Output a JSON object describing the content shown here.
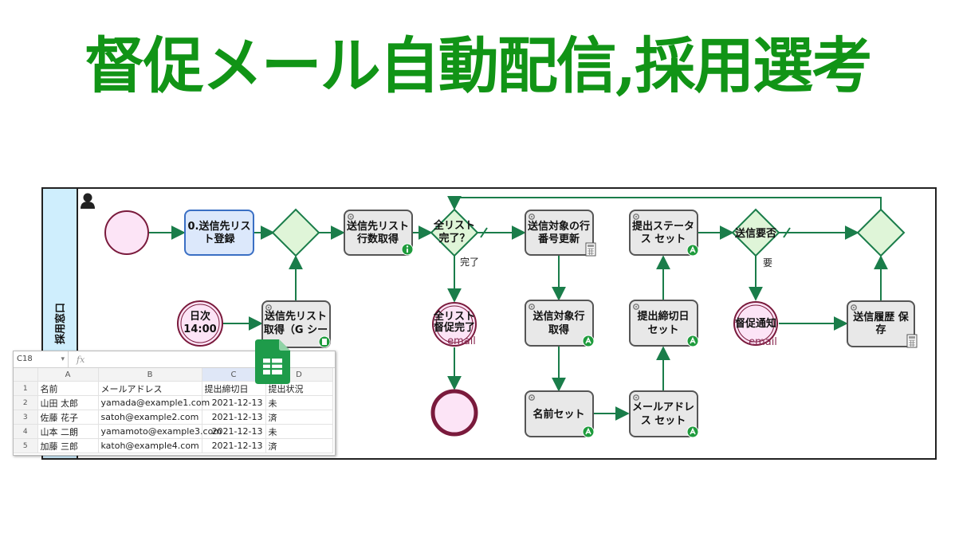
{
  "title": "督促メール自動配信,採用選考",
  "colors": {
    "title": "#119416",
    "flow": "#1a7d4a",
    "start_fill": "#fce4f6",
    "end_stroke": "#7a1a3c",
    "gateway_fill": "#dff5d8",
    "task_fill": "#e8e8e8",
    "human_task_fill": "#dce8fb",
    "human_task_stroke": "#3a6fc4",
    "lane_fill": "#cfeefd"
  },
  "lane": {
    "label": "採用窓口"
  },
  "nodes": {
    "start": {
      "label": ""
    },
    "task0": {
      "line1": "0.送信先リス",
      "line2": "ト登録"
    },
    "timer": {
      "line1": "日次",
      "line2": "14:00"
    },
    "task_get": {
      "line1": "送信先リスト",
      "line2": "取得（G シー"
    },
    "task_count": {
      "line1": "送信先リスト",
      "line2": "行数取得"
    },
    "gw_all": {
      "line1": "全リスト",
      "line2": "完了？"
    },
    "flow_done": "完了",
    "end_msg": {
      "line1": "全リスト",
      "line2": "督促完了",
      "line3": "email"
    },
    "end": {
      "label": ""
    },
    "task_row": {
      "line1": "送信対象の行",
      "line2": "番号更新"
    },
    "task_target": {
      "line1": "送信対象行",
      "line2": "取得"
    },
    "task_name": {
      "line1": "名前セット"
    },
    "task_status": {
      "line1": "提出ステータ",
      "line2": "ス セット"
    },
    "task_deadline": {
      "line1": "提出締切日",
      "line2": "セット"
    },
    "task_email": {
      "line1": "メールアドレ",
      "line2": "ス セット"
    },
    "gw_send": {
      "line1": "送信要否"
    },
    "flow_need": "要",
    "notify": {
      "line1": "督促通知",
      "line2": "email"
    },
    "task_history": {
      "line1": "送信履歴 保",
      "line2": "存"
    }
  },
  "spreadsheet": {
    "cell_ref": "C18",
    "fx": "fx",
    "columns": [
      "A",
      "B",
      "C",
      "D"
    ],
    "rows": [
      {
        "n": "1",
        "a": "名前",
        "b": "メールアドレス",
        "c": "提出締切日",
        "d": "提出状況"
      },
      {
        "n": "2",
        "a": "山田 太郎",
        "b": "yamada@example1.com",
        "c": "2021-12-13",
        "d": "未"
      },
      {
        "n": "3",
        "a": "佐藤 花子",
        "b": "satoh@example2.com",
        "c": "2021-12-13",
        "d": "済"
      },
      {
        "n": "4",
        "a": "山本 二朗",
        "b": "yamamoto@example3.com",
        "c": "2021-12-13",
        "d": "未"
      },
      {
        "n": "5",
        "a": "加藤 三郎",
        "b": "katoh@example4.com",
        "c": "2021-12-13",
        "d": "済"
      }
    ]
  }
}
